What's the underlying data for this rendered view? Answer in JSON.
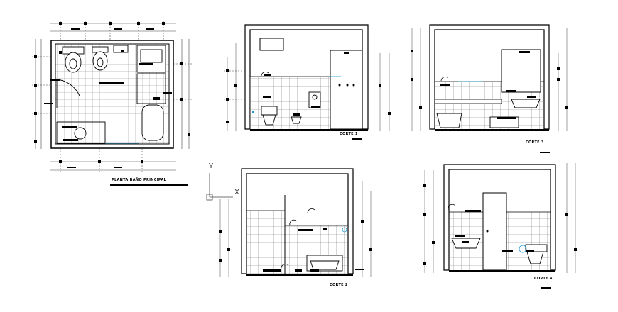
{
  "drawing": {
    "plan_title": "PLANTA BAÑO PRINCIPAL",
    "section_labels": [
      "CORTE 1",
      "CORTE 2",
      "CORTE 3",
      "CORTE 4"
    ],
    "ucs": {
      "y_label": "Y",
      "x_label": "X"
    }
  },
  "colors": {
    "line": "#000000",
    "tile": "#7a7a7a",
    "dim": "#555555",
    "accent": "#1a9bd7"
  }
}
